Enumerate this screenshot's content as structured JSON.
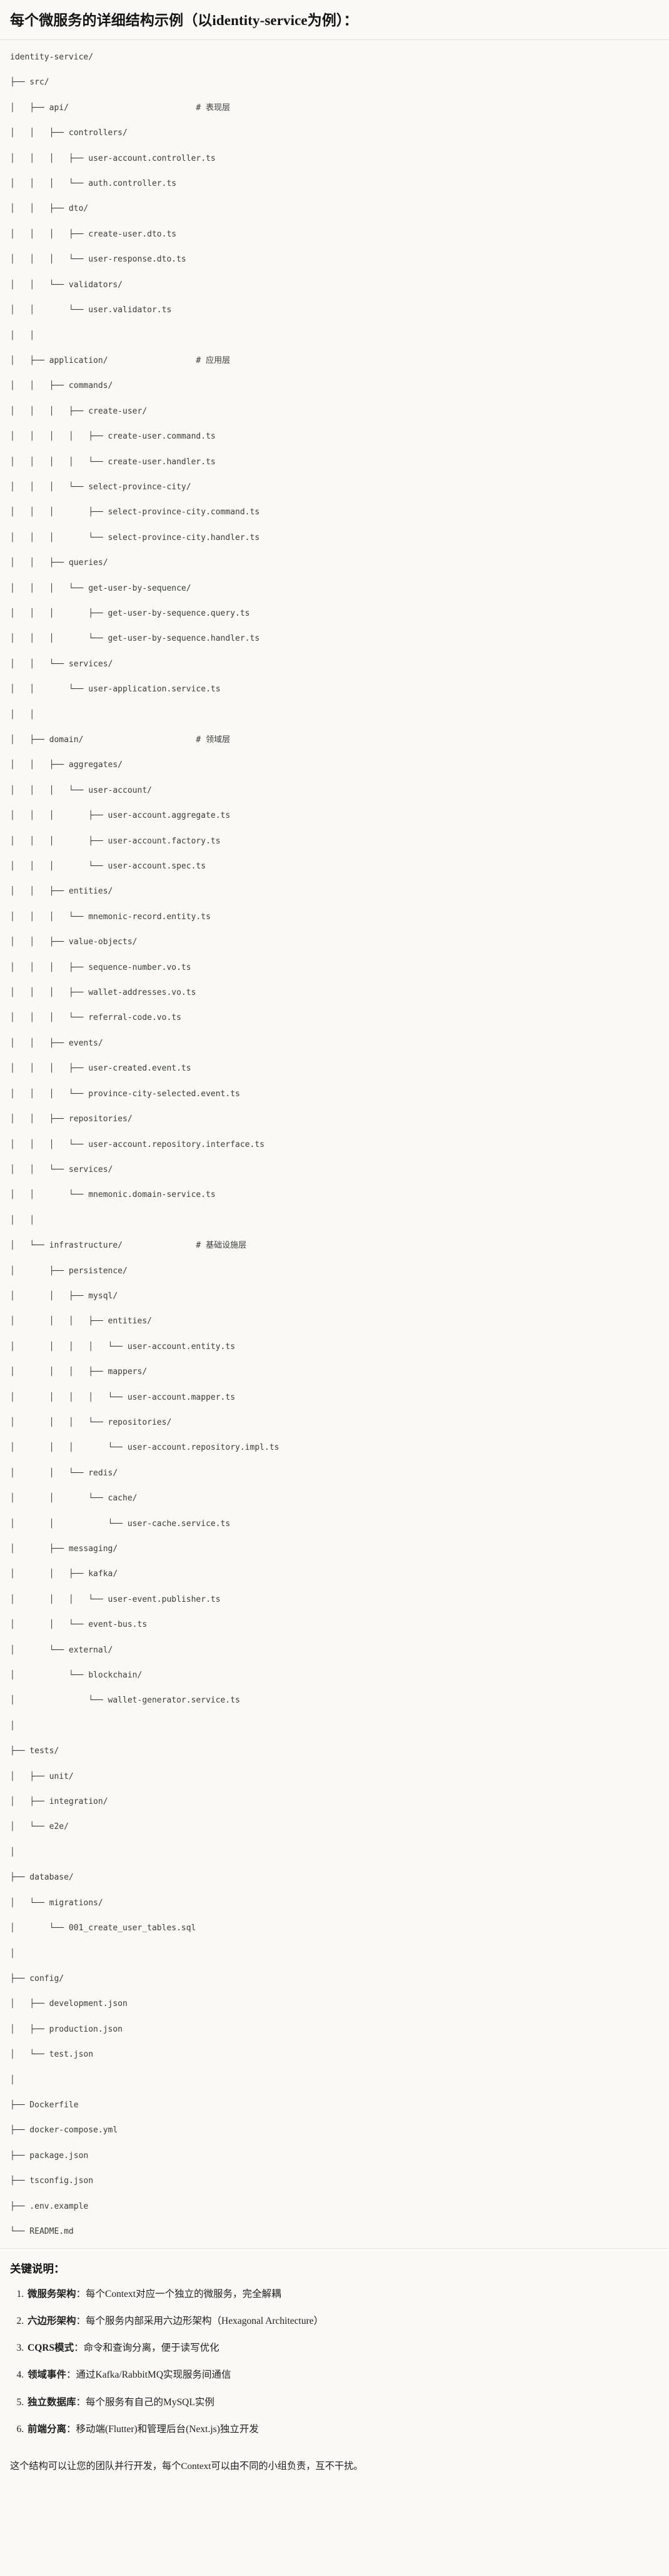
{
  "heading": "每个微服务的详细结构示例（以identity-service为例）：",
  "tree": {
    "name": "identity-service-tree",
    "lines": [
      "identity-service/",
      "├── src/",
      "│   ├── api/                          # 表现层",
      "│   │   ├── controllers/",
      "│   │   │   ├── user-account.controller.ts",
      "│   │   │   └── auth.controller.ts",
      "│   │   ├── dto/",
      "│   │   │   ├── create-user.dto.ts",
      "│   │   │   └── user-response.dto.ts",
      "│   │   └── validators/",
      "│   │       └── user.validator.ts",
      "│   │",
      "│   ├── application/                  # 应用层",
      "│   │   ├── commands/",
      "│   │   │   ├── create-user/",
      "│   │   │   │   ├── create-user.command.ts",
      "│   │   │   │   └── create-user.handler.ts",
      "│   │   │   └── select-province-city/",
      "│   │   │       ├── select-province-city.command.ts",
      "│   │   │       └── select-province-city.handler.ts",
      "│   │   ├── queries/",
      "│   │   │   └── get-user-by-sequence/",
      "│   │   │       ├── get-user-by-sequence.query.ts",
      "│   │   │       └── get-user-by-sequence.handler.ts",
      "│   │   └── services/",
      "│   │       └── user-application.service.ts",
      "│   │",
      "│   ├── domain/                       # 领域层",
      "│   │   ├── aggregates/",
      "│   │   │   └── user-account/",
      "│   │   │       ├── user-account.aggregate.ts",
      "│   │   │       ├── user-account.factory.ts",
      "│   │   │       └── user-account.spec.ts",
      "│   │   ├── entities/",
      "│   │   │   └── mnemonic-record.entity.ts",
      "│   │   ├── value-objects/",
      "│   │   │   ├── sequence-number.vo.ts",
      "│   │   │   ├── wallet-addresses.vo.ts",
      "│   │   │   └── referral-code.vo.ts",
      "│   │   ├── events/",
      "│   │   │   ├── user-created.event.ts",
      "│   │   │   └── province-city-selected.event.ts",
      "│   │   ├── repositories/",
      "│   │   │   └── user-account.repository.interface.ts",
      "│   │   └── services/",
      "│   │       └── mnemonic.domain-service.ts",
      "│   │",
      "│   └── infrastructure/               # 基础设施层",
      "│       ├── persistence/",
      "│       │   ├── mysql/",
      "│       │   │   ├── entities/",
      "│       │   │   │   └── user-account.entity.ts",
      "│       │   │   ├── mappers/",
      "│       │   │   │   └── user-account.mapper.ts",
      "│       │   │   └── repositories/",
      "│       │   │       └── user-account.repository.impl.ts",
      "│       │   └── redis/",
      "│       │       └── cache/",
      "│       │           └── user-cache.service.ts",
      "│       ├── messaging/",
      "│       │   ├── kafka/",
      "│       │   │   └── user-event.publisher.ts",
      "│       │   └── event-bus.ts",
      "│       └── external/",
      "│           └── blockchain/",
      "│               └── wallet-generator.service.ts",
      "│",
      "├── tests/",
      "│   ├── unit/",
      "│   ├── integration/",
      "│   └── e2e/",
      "│",
      "├── database/",
      "│   └── migrations/",
      "│       └── 001_create_user_tables.sql",
      "│",
      "├── config/",
      "│   ├── development.json",
      "│   ├── production.json",
      "│   └── test.json",
      "│",
      "├── Dockerfile",
      "├── docker-compose.yml",
      "├── package.json",
      "├── tsconfig.json",
      "├── .env.example",
      "└── README.md"
    ]
  },
  "notes": {
    "title": "关键说明：",
    "items": [
      {
        "term": "微服务架构",
        "sep": "：",
        "desc": "每个Context对应一个独立的微服务，完全解耦"
      },
      {
        "term": "六边形架构",
        "sep": "：",
        "desc": "每个服务内部采用六边形架构（Hexagonal Architecture）"
      },
      {
        "term": "CQRS模式",
        "sep": "：",
        "desc": "命令和查询分离，便于读写优化"
      },
      {
        "term": "领域事件",
        "sep": "：",
        "desc": "通过Kafka/RabbitMQ实现服务间通信"
      },
      {
        "term": "独立数据库",
        "sep": "：",
        "desc": "每个服务有自己的MySQL实例"
      },
      {
        "term": "前端分离",
        "sep": "：",
        "desc": "移动端(Flutter)和管理后台(Next.js)独立开发"
      }
    ],
    "closing": "这个结构可以让您的团队并行开发，每个Context可以由不同的小组负责，互不干扰。"
  },
  "colors": {
    "background": "#faf9f5",
    "text": "#1a1a18",
    "code_text": "#3b3b38",
    "divider": "#e6e2d9"
  }
}
